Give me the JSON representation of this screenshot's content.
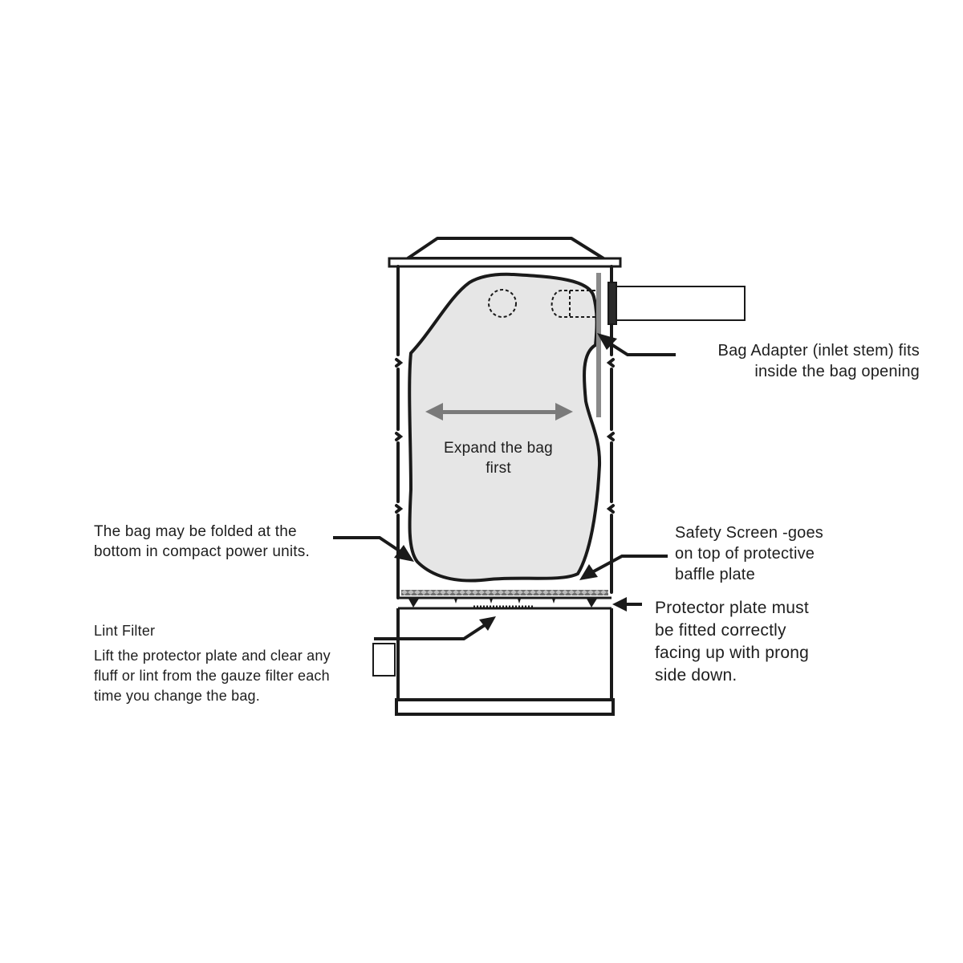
{
  "labels": {
    "bag_adapter": [
      "Bag Adapter (inlet stem) fits",
      "inside the bag opening"
    ],
    "expand": [
      "Expand the bag",
      "first"
    ],
    "folded": [
      "The bag may be folded at the",
      "bottom in compact power units."
    ],
    "safety_screen": [
      "Safety Screen -goes",
      "on top of protective",
      "baffle plate"
    ],
    "protector": [
      "Protector plate must",
      "be fitted correctly",
      "facing up with prong",
      "side down."
    ],
    "lint_title": "Lint Filter",
    "lint_body": [
      "Lift the protector plate and clear any",
      "fluff or lint from the gauze filter each",
      "time you change the bag."
    ]
  },
  "colors": {
    "outline": "#1a1a1a",
    "bag_fill": "#e6e6e6",
    "arrow_gray": "#7a7a7a",
    "adapter_gray": "#8a8a8a",
    "screen_gray": "#9a9a9a"
  }
}
